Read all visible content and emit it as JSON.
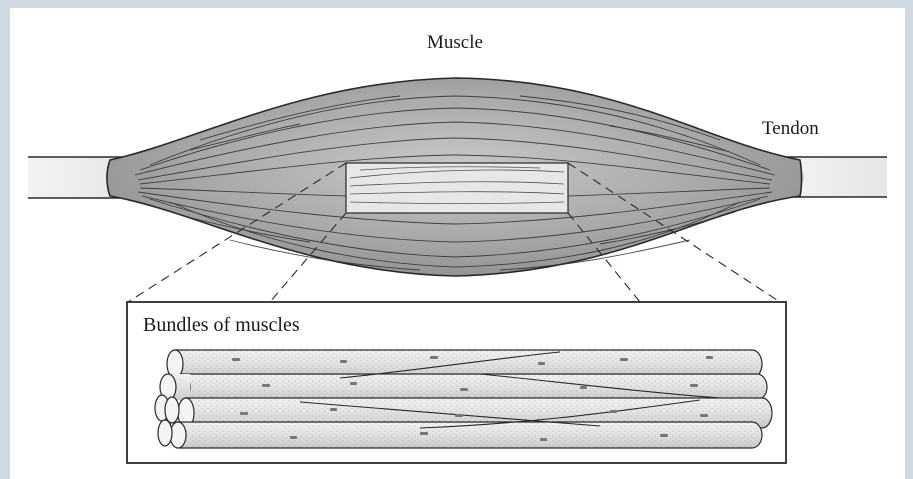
{
  "labels": {
    "muscle": "Muscle",
    "tendon": "Tendon",
    "bundles": "Bundles of muscles"
  },
  "colors": {
    "background_border": "#cfd9e1",
    "canvas": "#ffffff",
    "muscle_fill": "#a9a9a9",
    "muscle_center": "#c6c6c6",
    "tendon_fill": "#f1f1f1",
    "fiber_fill": "#e4e4e4",
    "line": "#2a2a2a"
  }
}
